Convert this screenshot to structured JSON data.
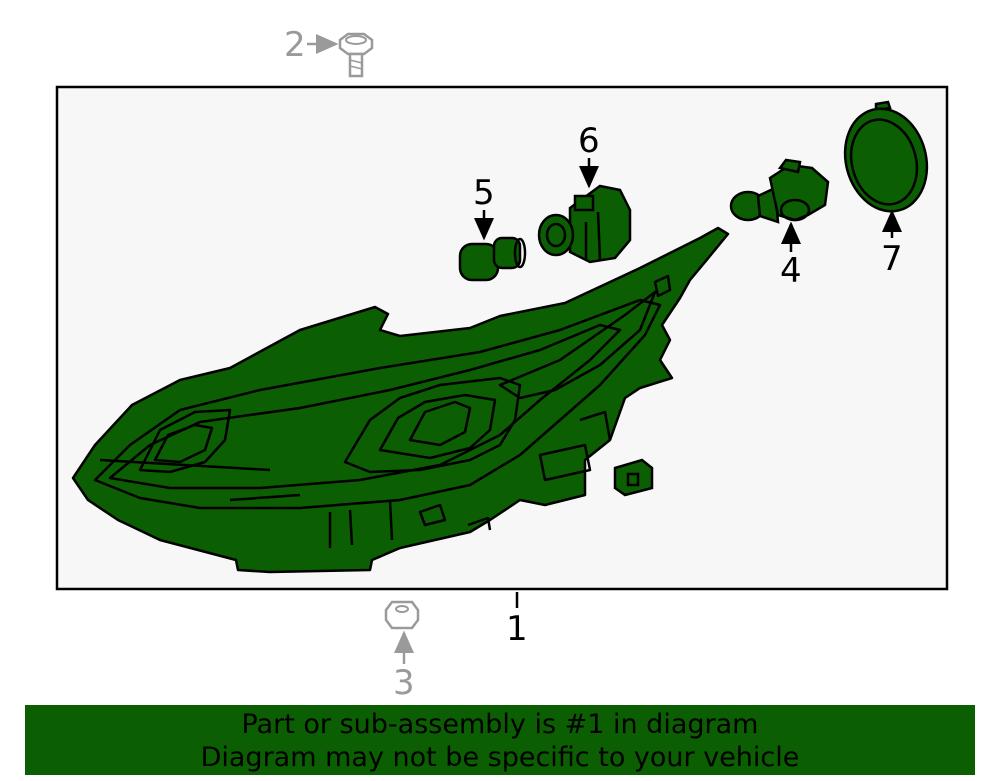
{
  "diagram": {
    "callouts": {
      "c1": "1",
      "c2": "2",
      "c3": "3",
      "c4": "4",
      "c5": "5",
      "c6": "6",
      "c7": "7"
    }
  },
  "banner": {
    "line1": "Part or sub-assembly is #1 in diagram",
    "line2": "Diagram may not be specific to your vehicle"
  },
  "colors": {
    "part_fill": "#0b5e02",
    "banner_bg": "#0b5e02",
    "outline": "#000000",
    "secondary_gray": "#9a9a9a",
    "frame_bg": "#f7f7f7"
  }
}
